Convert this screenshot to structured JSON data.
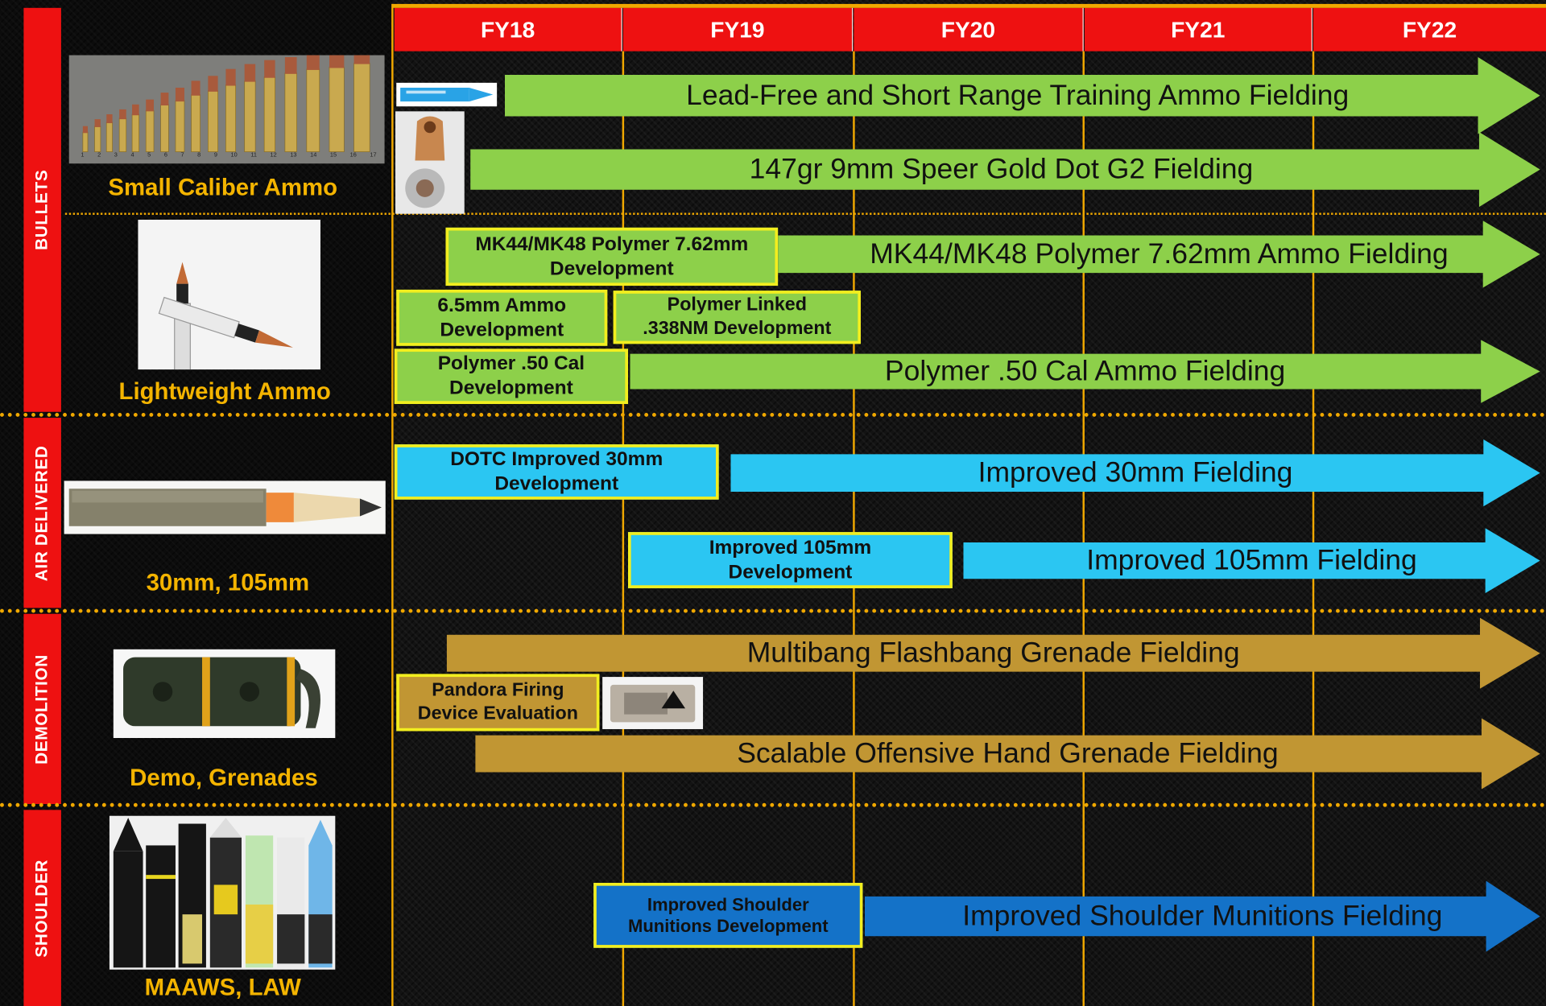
{
  "years": [
    "FY18",
    "FY19",
    "FY20",
    "FY21",
    "FY22"
  ],
  "categories": [
    {
      "side": "BULLETS",
      "labels": [
        "Small Caliber Ammo",
        "Lightweight Ammo"
      ]
    },
    {
      "side": "AIR DELIVERED",
      "labels": [
        "30mm, 105mm"
      ]
    },
    {
      "side": "DEMOLITION",
      "labels": [
        "Demo, Grenades"
      ]
    },
    {
      "side": "SHOULDER",
      "labels": [
        "MAAWS, LAW"
      ]
    }
  ],
  "fieldings": [
    "Lead-Free and Short Range Training Ammo Fielding",
    "147gr 9mm Speer Gold Dot G2 Fielding",
    "MK44/MK48 Polymer 7.62mm Ammo Fielding",
    "Polymer .50 Cal Ammo Fielding",
    "Improved 30mm Fielding",
    "Improved 105mm Fielding",
    "Multibang Flashbang Grenade Fielding",
    "Scalable Offensive Hand Grenade Fielding",
    "Improved Shoulder Munitions Fielding"
  ],
  "developments": [
    "MK44/MK48 Polymer 7.62mm\nDevelopment",
    "6.5mm Ammo\nDevelopment",
    "Polymer Linked\n.338NM Development",
    "Polymer .50 Cal\nDevelopment",
    "DOTC Improved 30mm\nDevelopment",
    "Improved 105mm\nDevelopment",
    "Pandora Firing\nDevice Evaluation",
    "Improved Shoulder\nMunitions Development"
  ],
  "cartridge_numbers": [
    "1",
    "2",
    "3",
    "4",
    "5",
    "6",
    "7",
    "8",
    "9",
    "10",
    "11",
    "12",
    "13",
    "14",
    "15",
    "16",
    "17"
  ],
  "colors": {
    "header_red": "#ee1111",
    "gold_text": "#f4b400",
    "fielding_green": "#8dd04a",
    "fielding_cyan": "#2bc6f2",
    "fielding_gold": "#c19633",
    "fielding_blue": "#1472c8",
    "dev_border": "#f2ee1f"
  }
}
